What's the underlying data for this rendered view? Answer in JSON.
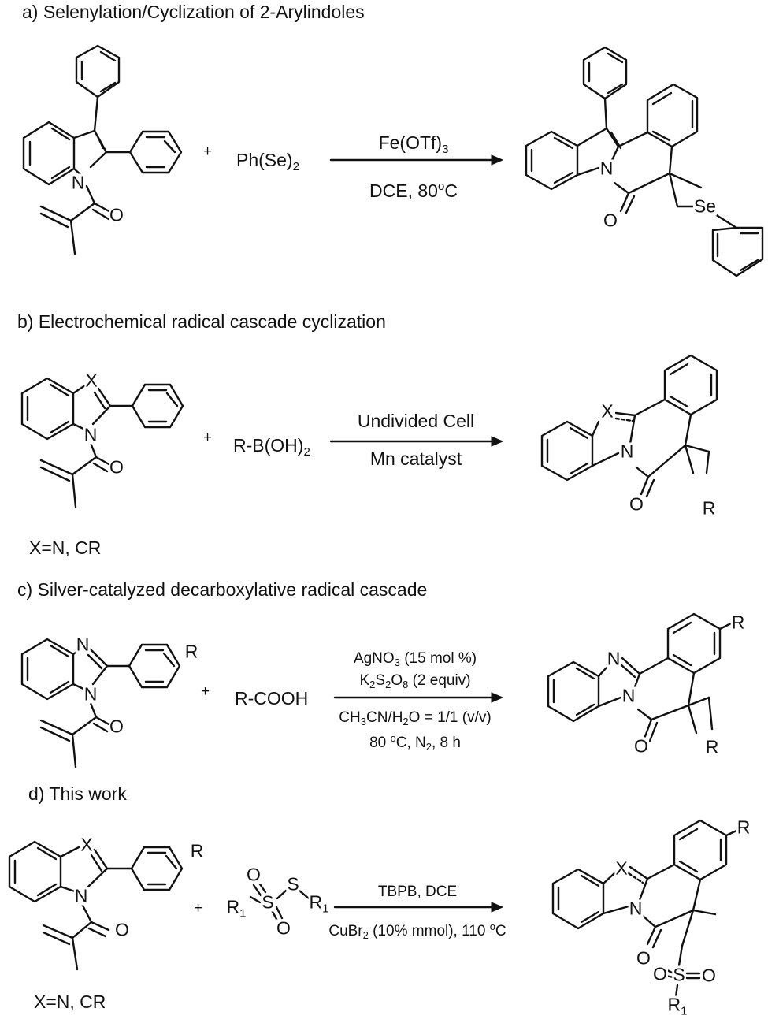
{
  "schemes": {
    "a": {
      "title": "a) Selenylation/Cyclization of 2-Arylindoles",
      "reagent": "Ph(Se)",
      "reagent_sub": "2",
      "plus": "+",
      "cond_top": "Fe(OTf)",
      "cond_top_sub": "3",
      "cond_bottom": "DCE, 80",
      "cond_bottom_sup": "o",
      "cond_bottom_end": "C",
      "atoms": {
        "n1": "N",
        "o1": "O",
        "n2": "N",
        "o2": "O",
        "se": "Se"
      }
    },
    "b": {
      "title": "b) Electrochemical radical cascade cyclization",
      "reagent": "R-B(OH)",
      "reagent_sub": "2",
      "plus": "+",
      "cond_top": "Undivided Cell",
      "cond_bottom": "Mn catalyst",
      "note": "X=N, CR",
      "atoms": {
        "x1": "X",
        "n1": "N",
        "o1": "O",
        "x2": "X",
        "n2": "N",
        "o2": "O",
        "r": "R"
      }
    },
    "c": {
      "title": "c) Silver-catalyzed decarboxylative radical cascade",
      "reagent": "R-COOH",
      "plus": "+",
      "cond_1a": "AgNO",
      "cond_1b": "3",
      "cond_1c": " (15 mol %)",
      "cond_2a": "K",
      "cond_2b": "2",
      "cond_2c": "S",
      "cond_2d": "2",
      "cond_2e": "O",
      "cond_2f": "8",
      "cond_2g": " (2 equiv)",
      "cond_3a": "CH",
      "cond_3b": "3",
      "cond_3c": "CN/H",
      "cond_3d": "2",
      "cond_3e": "O = 1/1 (v/v)",
      "cond_4a": "80 ",
      "cond_4b": "o",
      "cond_4c": "C, N",
      "cond_4d": "2",
      "cond_4e": ", 8 h",
      "atoms": {
        "n_top": "N",
        "n1": "N",
        "r1": "R",
        "o1": "O",
        "n_top2": "N",
        "n2": "N",
        "o2": "O",
        "r2": "R",
        "r3": "R"
      }
    },
    "d": {
      "title": "d) This work",
      "plus": "+",
      "cond_top": "TBPB, DCE",
      "cond_bottom_a": "CuBr",
      "cond_bottom_b": "2",
      "cond_bottom_c": " (10% mmol), 110 ",
      "cond_bottom_d": "o",
      "cond_bottom_e": "C",
      "note": "X=N, CR",
      "atoms": {
        "x1": "X",
        "n1": "N",
        "r1": "R",
        "o1": "O",
        "s_o1": "O",
        "s_o2": "O",
        "s1": "S",
        "s2": "S",
        "r_1a": "R",
        "r_1a_sub": "1",
        "r_1b": "R",
        "r_1b_sub": "1",
        "x2": "X",
        "n2": "N",
        "r2": "R",
        "o2": "O",
        "o3": "O",
        "o4": "O",
        "s3": "S",
        "r_1c": "R",
        "r_1c_sub": "1"
      }
    }
  }
}
